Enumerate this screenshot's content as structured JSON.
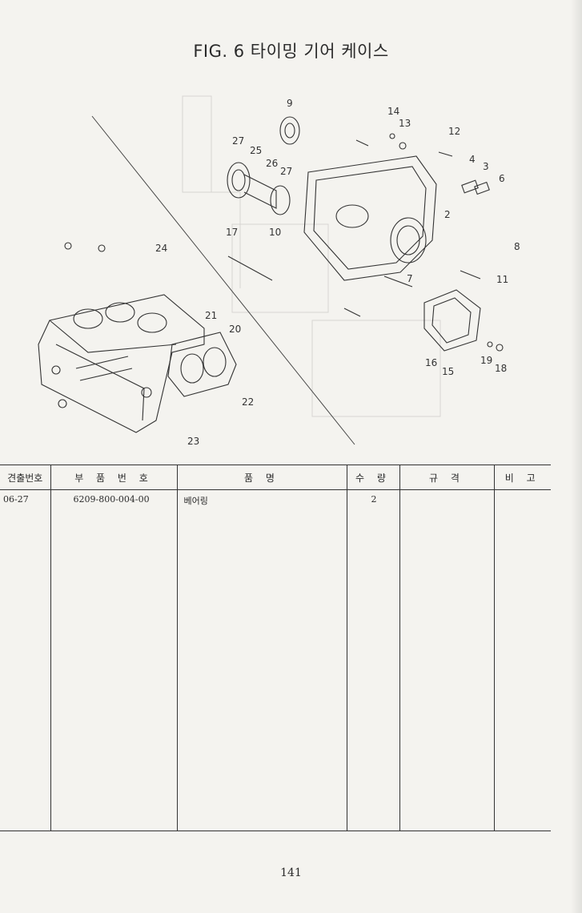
{
  "title": "FIG. 6 타이밍 기어 케이스",
  "callouts": [
    "2",
    "3",
    "4",
    "6",
    "7",
    "8",
    "9",
    "10",
    "11",
    "12",
    "13",
    "14",
    "15",
    "16",
    "17",
    "18",
    "19",
    "20",
    "21",
    "22",
    "23",
    "24",
    "25",
    "26",
    "27"
  ],
  "table": {
    "headers": [
      "견출번호",
      "부 품 번 호",
      "품 명",
      "수 량",
      "규 격",
      "비 고"
    ],
    "rows": [
      {
        "ref": "06-27",
        "part_no": "6209-800-004-00",
        "name": "베어링",
        "qty": "2",
        "spec": "",
        "remark": ""
      }
    ]
  },
  "page_number": "141"
}
